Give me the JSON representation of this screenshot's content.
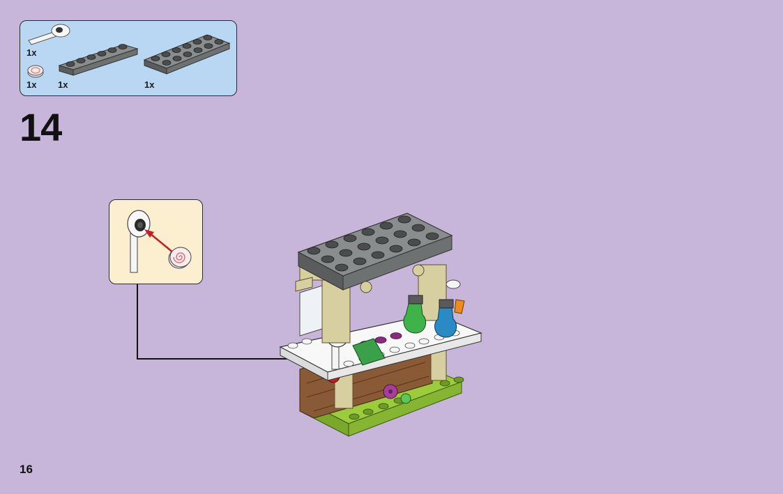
{
  "parts_list": {
    "items": [
      {
        "name": "round plate with lever",
        "quantity": "1x"
      },
      {
        "name": "round tile with swirl",
        "quantity": "1x"
      },
      {
        "name": "plate 1x6 dark gray",
        "quantity": "1x"
      },
      {
        "name": "plate 2x6 dark gray",
        "quantity": "1x"
      }
    ]
  },
  "step": {
    "number": "14"
  },
  "page": {
    "number": "16"
  },
  "colors": {
    "background": "#c8b5da",
    "parts_box": "#b9d7f2",
    "callout": "#fcefcf",
    "dark_gray": "#6b6e6f",
    "tan": "#d8cfa0",
    "lime": "#9ccc3c",
    "arrow_red": "#c41e24"
  }
}
